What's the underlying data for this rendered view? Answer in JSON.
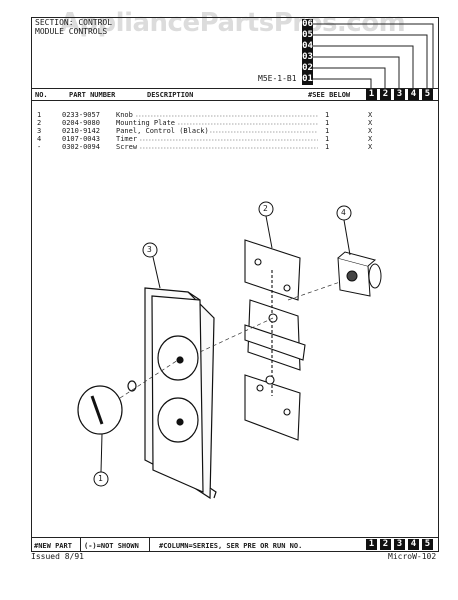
{
  "watermark": "AppliancePartsPros.com",
  "section_lines": [
    "SECTION: CONTROL",
    "MODULE CONTROLS"
  ],
  "model_code": "M5E-1-B1",
  "series_codes": [
    "01",
    "02",
    "03",
    "04",
    "05",
    "06"
  ],
  "header": {
    "no": "NO.",
    "part_number": "PART NUMBER",
    "description": "DESCRIPTION",
    "see_below": "#SEE BELOW",
    "columns": [
      "1",
      "2",
      "3",
      "4",
      "5"
    ]
  },
  "parts": [
    {
      "no": "1",
      "part": "0233-9057",
      "desc": "Knob",
      "qty": "1",
      "mark": "X"
    },
    {
      "no": "2",
      "part": "0204-9080",
      "desc": "Mounting Plate",
      "qty": "1",
      "mark": "X"
    },
    {
      "no": "3",
      "part": "0210-9142",
      "desc": "Panel, Control (Black)",
      "qty": "1",
      "mark": "X"
    },
    {
      "no": "4",
      "part": "0107-0043",
      "desc": "Timer",
      "qty": "1",
      "mark": "X"
    },
    {
      "no": "-",
      "part": "0302-0094",
      "desc": "Screw",
      "qty": "1",
      "mark": "X"
    }
  ],
  "callouts": [
    "1",
    "2",
    "3",
    "4"
  ],
  "footer": {
    "new_part": "#NEW PART",
    "not_shown": "(-)=NOT SHOWN",
    "column_note": "#COLUMN=SERIES, SER PRE OR RUN NO.",
    "columns": [
      "1",
      "2",
      "3",
      "4",
      "5"
    ]
  },
  "issued": "Issued 8/91",
  "doc_code": "MicroW-102"
}
